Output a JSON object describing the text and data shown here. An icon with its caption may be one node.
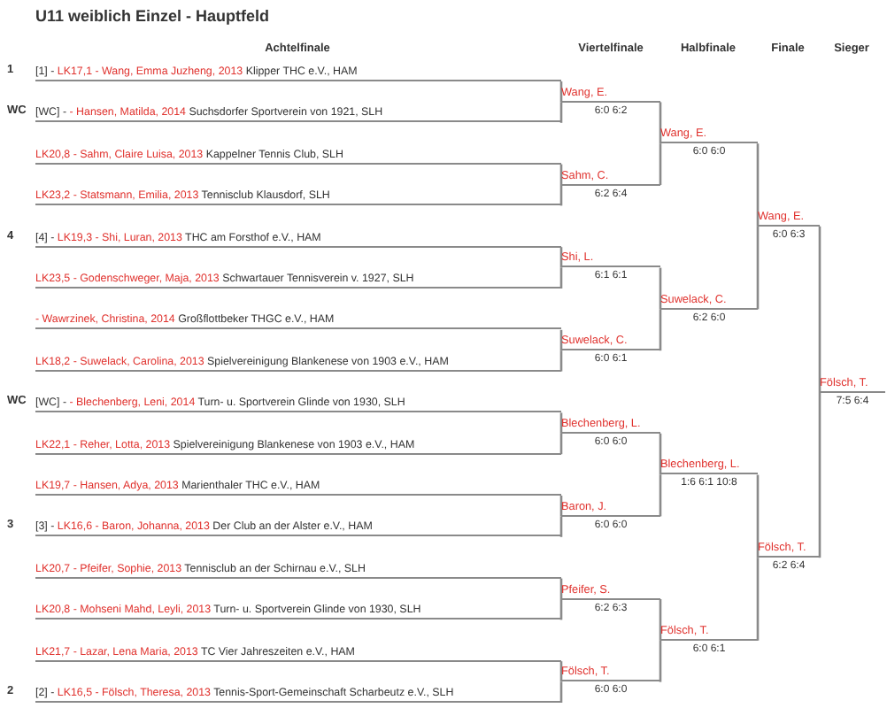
{
  "diagram": {
    "title": "U11 weiblich Einzel - Hauptfeld",
    "nodes": [
      {
        "text": [
          "[1] -",
          "LK17,1 - Wang, Emma Juzheng, 2013",
          "Klipper THC e.V., HAM"
        ],
        "beside": [
          "1"
        ]
      },
      {
        "text": [
          "[WC] -",
          "- Hansen, Matilda, 2014",
          "Suchsdorfer Sportverein von 1921, SLH"
        ],
        "beside": [
          "WC"
        ]
      },
      {
        "text": [
          "LK20,8 - Sahm, Claire Luisa, 2013",
          "Kappelner Tennis Club, SLH"
        ]
      },
      {
        "text": [
          "LK23,2 - Statsmann, Emilia, 2013",
          "Tennisclub Klausdorf, SLH"
        ]
      },
      {
        "text": [
          "[4] -",
          "LK19,3 - Shi, Luran, 2013",
          "THC am Forsthof e.V., HAM"
        ],
        "beside": [
          "4"
        ]
      },
      {
        "text": [
          "LK23,5 - Godenschweger, Maja, 2013",
          "Schwartauer Tennisverein v. 1927, SLH"
        ]
      },
      {
        "text": [
          "- Wawrzinek, Christina, 2014",
          "Großflottbeker THGC e.V., HAM"
        ]
      },
      {
        "text": [
          "LK18,2 - Suwelack, Carolina, 2013",
          "Spielvereinigung Blankenese von 1903 e.V., HAM"
        ]
      },
      {
        "text": [
          "[WC] -",
          "- Blechenberg, Leni, 2014",
          "Turn- u. Sportverein Glinde von 1930, SLH"
        ],
        "beside": [
          "WC"
        ]
      },
      {
        "text": [
          "LK22,1 - Reher, Lotta, 2013",
          "Spielvereinigung Blankenese von 1903 e.V., HAM"
        ]
      },
      {
        "text": [
          "LK19,7 - Hansen, Adya, 2013",
          "Marienthaler THC e.V., HAM"
        ]
      },
      {
        "text": [
          "[3] -",
          "LK16,6 - Baron, Johanna, 2013",
          "Der Club an der Alster e.V., HAM"
        ],
        "beside": [
          "3"
        ]
      },
      {
        "text": [
          "LK20,7 - Pfeifer, Sophie, 2013",
          "Tennisclub an der Schirnau e.V., SLH"
        ]
      },
      {
        "text": [
          "LK20,8 - Mohseni Mahd, Leyli, 2013",
          "Turn- u. Sportverein Glinde von 1930, SLH"
        ]
      },
      {
        "text": [
          "LK21,7 - Lazar, Lena Maria, 2013",
          "TC Vier Jahreszeiten e.V., HAM"
        ]
      },
      {
        "text": [
          "[2] -",
          "LK16,5 - Fölsch, Theresa, 2013",
          "Tennis-Sport-Gemeinschaft Scharbeutz e.V., SLH"
        ],
        "beside": [
          "2"
        ]
      },
      {
        "text": [
          "Wang, E."
        ],
        "beside": [
          "6:0 6:2"
        ]
      },
      {
        "text": [
          "Sahm, C."
        ],
        "beside": [
          "6:2 6:4"
        ]
      },
      {
        "text": [
          "Shi, L."
        ],
        "beside": [
          "6:1 6:1"
        ]
      },
      {
        "text": [
          "Suwelack, C."
        ],
        "beside": [
          "6:0 6:1"
        ]
      },
      {
        "text": [
          "Blechenberg, L."
        ],
        "beside": [
          "6:0 6:0"
        ]
      },
      {
        "text": [
          "Baron, J."
        ],
        "beside": [
          "6:0 6:0"
        ]
      },
      {
        "text": [
          "Pfeifer, S."
        ],
        "beside": [
          "6:2 6:3"
        ]
      },
      {
        "text": [
          "Fölsch, T."
        ],
        "beside": [
          "6:0 6:0"
        ]
      },
      {
        "text": [
          "Wang, E."
        ],
        "beside": [
          "6:0 6:0"
        ]
      },
      {
        "text": [
          "Suwelack, C."
        ],
        "beside": [
          "6:2 6:0"
        ]
      },
      {
        "text": [
          "Blechenberg, L."
        ],
        "beside": [
          "1:6 6:1 10:8"
        ]
      },
      {
        "text": [
          "Fölsch, T."
        ],
        "beside": [
          "6:0 6:1"
        ]
      },
      {
        "text": [
          "Wang, E."
        ],
        "beside": [
          "6:0 6:3"
        ]
      },
      {
        "text": [
          "Fölsch, T."
        ],
        "beside": [
          "6:2 6:4"
        ]
      },
      {
        "text": [
          "Fölsch, T."
        ],
        "beside": [
          "7:5 6:4"
        ]
      }
    ],
    "edges": [
      {
        "from": 0,
        "to": 16,
        "arrow": "none"
      },
      {
        "from": 1,
        "to": 16,
        "arrow": "none"
      },
      {
        "from": 2,
        "to": 17,
        "arrow": "none"
      },
      {
        "from": 3,
        "to": 17,
        "arrow": "none"
      },
      {
        "from": 4,
        "to": 18,
        "arrow": "none"
      },
      {
        "from": 5,
        "to": 18,
        "arrow": "none"
      },
      {
        "from": 6,
        "to": 19,
        "arrow": "none"
      },
      {
        "from": 7,
        "to": 19,
        "arrow": "none"
      },
      {
        "from": 8,
        "to": 20,
        "arrow": "none"
      },
      {
        "from": 9,
        "to": 20,
        "arrow": "none"
      },
      {
        "from": 10,
        "to": 21,
        "arrow": "none"
      },
      {
        "from": 11,
        "to": 21,
        "arrow": "none"
      },
      {
        "from": 12,
        "to": 22,
        "arrow": "none"
      },
      {
        "from": 13,
        "to": 22,
        "arrow": "none"
      },
      {
        "from": 14,
        "to": 23,
        "arrow": "none"
      },
      {
        "from": 15,
        "to": 23,
        "arrow": "none"
      },
      {
        "from": 16,
        "to": 24,
        "arrow": "none"
      },
      {
        "from": 17,
        "to": 24,
        "arrow": "none"
      },
      {
        "from": 18,
        "to": 25,
        "arrow": "none"
      },
      {
        "from": 19,
        "to": 25,
        "arrow": "none"
      },
      {
        "from": 20,
        "to": 26,
        "arrow": "none"
      },
      {
        "from": 21,
        "to": 26,
        "arrow": "none"
      },
      {
        "from": 22,
        "to": 27,
        "arrow": "none"
      },
      {
        "from": 23,
        "to": 27,
        "arrow": "none"
      },
      {
        "from": 24,
        "to": 28,
        "arrow": "none"
      },
      {
        "from": 25,
        "to": 28,
        "arrow": "none"
      },
      {
        "from": 26,
        "to": 29,
        "arrow": "none"
      },
      {
        "from": 27,
        "to": 29,
        "arrow": "none"
      },
      {
        "from": 28,
        "to": 30,
        "arrow": "none"
      },
      {
        "from": 29,
        "to": 30,
        "arrow": "none"
      }
    ],
    "labels": [
      "Achtelfinale",
      "Viertelfinale",
      "Halbfinale",
      "Finale",
      "Sieger"
    ]
  }
}
